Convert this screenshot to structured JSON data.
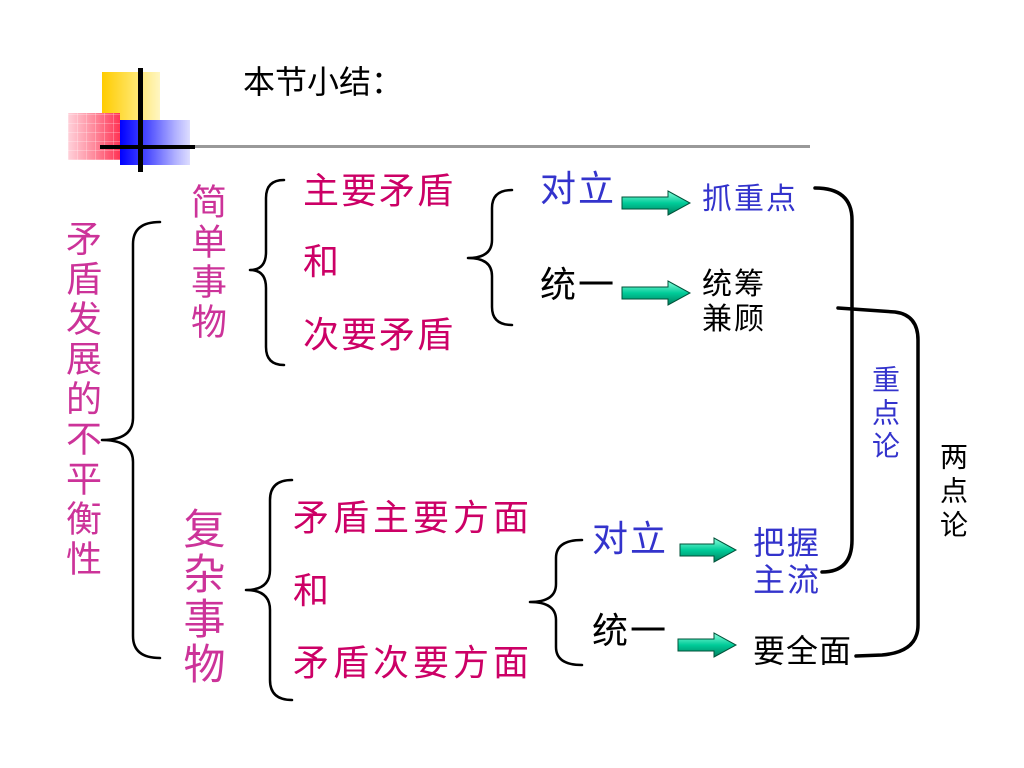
{
  "slide": {
    "title": "本节小结：",
    "root_label": "矛盾发展的不平衡性",
    "focus_label": "重点论",
    "overall_label": "两点论"
  },
  "simple": {
    "label": "简单事物",
    "primary": "主要矛盾",
    "conjunction": "和",
    "secondary": "次要矛盾",
    "opposition": {
      "term": "对立",
      "result": "抓重点"
    },
    "unity": {
      "term": "统一",
      "result_lines": [
        "统筹",
        "兼顾"
      ]
    }
  },
  "complex": {
    "label": "复杂事物",
    "primary": "矛盾主要方面",
    "conjunction": "和",
    "secondary": "矛盾次要方面",
    "opposition": {
      "term": "对立",
      "result_lines": [
        "把握",
        "主流"
      ]
    },
    "unity": {
      "term": "统一",
      "result": "要全面"
    }
  },
  "colors": {
    "magenta": "#CC0066",
    "magenta_soft": "#CC3399",
    "blue": "#3333CC",
    "ink": "#000000",
    "arrow_green": "#00CC99",
    "rule_gray": "#999999",
    "background": "#FFFFFF"
  },
  "icons": {
    "arrow": "right-block-arrow-icon",
    "logo": "color-squares-cross-logo"
  }
}
